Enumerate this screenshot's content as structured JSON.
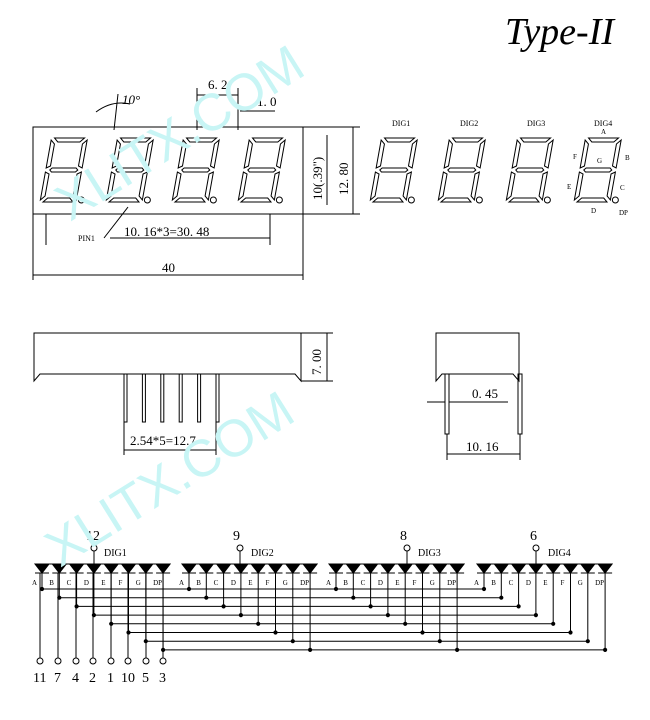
{
  "title": "Type-II",
  "watermark": "XLITX.COM",
  "front_view": {
    "tilt": "10°",
    "pitch_top": "6. 2",
    "gap": "1. 0",
    "height_char": "10(.39\")",
    "height_body": "12. 80",
    "pin_label": "PIN1",
    "pin_span": "10. 16*3=30. 48",
    "width": "40"
  },
  "segment_labels": {
    "digits": [
      "DIG1",
      "DIG2",
      "DIG3",
      "DIG4"
    ],
    "a": "A",
    "b": "B",
    "c": "C",
    "d": "D",
    "e": "E",
    "f": "F",
    "g": "G",
    "dp": "DP"
  },
  "side_view": {
    "thickness": "7. 00",
    "pin_pitch": "2.54*5=12.7"
  },
  "end_view": {
    "pin_dia": "0. 45",
    "row_spacing": "10. 16"
  },
  "schematic": {
    "digits": [
      {
        "name": "DIG1",
        "pin": "12"
      },
      {
        "name": "DIG2",
        "pin": "9"
      },
      {
        "name": "DIG3",
        "pin": "8"
      },
      {
        "name": "DIG4",
        "pin": "6"
      }
    ],
    "segments": [
      "A",
      "B",
      "C",
      "D",
      "E",
      "F",
      "G",
      "DP"
    ],
    "bottom_pins": [
      "11",
      "7",
      "4",
      "2",
      "1",
      "10",
      "5",
      "3"
    ]
  },
  "colors": {
    "ink": "#000000",
    "watermark": "#c8f5f5"
  }
}
